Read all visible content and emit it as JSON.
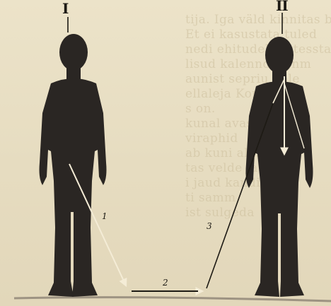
{
  "figure": {
    "figures": [
      {
        "numeral": "I"
      },
      {
        "numeral": "II"
      }
    ],
    "arrow_labels": [
      "1",
      "2",
      "3"
    ]
  },
  "background_text": [
    "tija. Iga väld kinnitas boones",
    "Et ei kasustata tuled",
    "nedi ehitudel kattesstami",
    "lisud kalenndsusnm",
    "aunist sepriu pole",
    "ellaleja Kontikeste",
    "s on.",
    "kunal avastade ja",
    "viraphid",
    "ab kuni abisi",
    "tas velde ja olsid",
    "i jaud kandilt",
    "ti samm",
    "ist sulgeda"
  ]
}
